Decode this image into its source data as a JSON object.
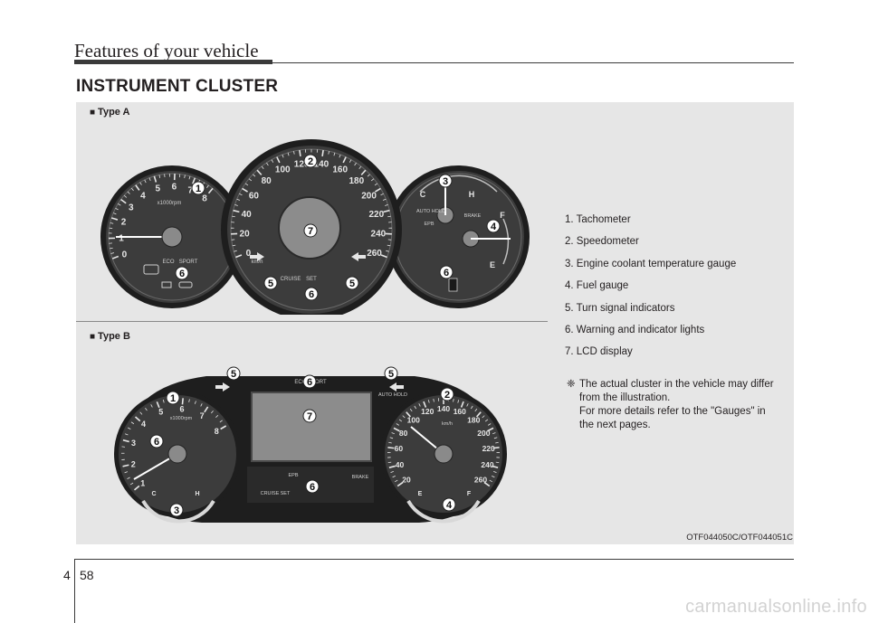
{
  "header": {
    "title": "Features of your vehicle"
  },
  "section": {
    "title": "INSTRUMENT CLUSTER"
  },
  "figure": {
    "type_a_label": "Type A",
    "type_b_label": "Type B",
    "code": "OTF044050C/OTF044051C",
    "cluster_a": {
      "tach_numbers": [
        "0",
        "1",
        "2",
        "3",
        "4",
        "5",
        "6",
        "7",
        "8"
      ],
      "tach_unit": "x1000rpm",
      "eco_label": "ECO",
      "sport_label": "SPORT",
      "speed_numbers": [
        "0",
        "20",
        "40",
        "60",
        "80",
        "100",
        "120",
        "140",
        "160",
        "180",
        "200",
        "220",
        "240",
        "260"
      ],
      "speed_unit": "km/h",
      "cruise_label": "CRUISE",
      "set_label": "SET",
      "temp_cold": "C",
      "temp_hot": "H",
      "fuel_full": "F",
      "fuel_empty": "E",
      "auto_hold_label": "AUTO HOLD",
      "epb_label": "EPB",
      "brake_label": "BRAKE"
    },
    "cluster_b": {
      "tach_numbers": [
        "1",
        "2",
        "3",
        "4",
        "5",
        "6",
        "7",
        "8"
      ],
      "tach_unit": "x1000rpm",
      "eco_sport_label": "ECO   SPORT",
      "speed_numbers": [
        "20",
        "40",
        "60",
        "80",
        "100",
        "120",
        "140",
        "160",
        "180",
        "200",
        "220",
        "240",
        "260"
      ],
      "speed_unit": "km/h",
      "cruise_label": "CRUISE",
      "set_label": "SET",
      "temp_cold": "C",
      "temp_hot": "H",
      "fuel_full": "F",
      "fuel_empty": "E",
      "auto_hold_label": "AUTO HOLD",
      "epb_label": "EPB",
      "brake_label": "BRAKE"
    },
    "callouts": [
      "1",
      "2",
      "3",
      "4",
      "5",
      "6",
      "7"
    ]
  },
  "legend": {
    "items": [
      "1. Tachometer",
      "2. Speedometer",
      "3. Engine coolant temperature gauge",
      "4. Fuel gauge",
      "5. Turn signal indicators",
      "6. Warning and indicator lights",
      "7. LCD display"
    ]
  },
  "note": {
    "mark": "❈",
    "lines": [
      "The actual cluster in the vehicle may differ",
      "from the illustration.",
      "For more details refer to the \"Gauges\" in",
      "the next pages."
    ]
  },
  "page": {
    "chapter": "4",
    "number": "58"
  },
  "watermark": "carmanualsonline.info",
  "colors": {
    "panel": "#e6e6e6",
    "gauge_face": "#3c3c3c",
    "gauge_rim": "#1e1e1e",
    "header_rule": "#3a3a3a"
  }
}
